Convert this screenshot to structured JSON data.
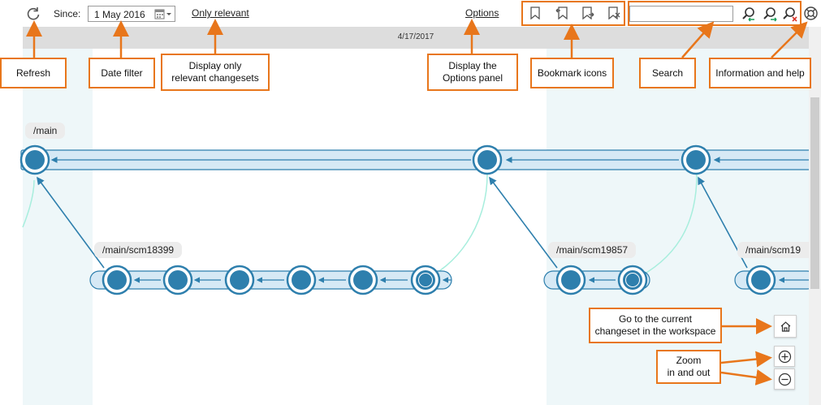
{
  "toolbar": {
    "refresh_icon": "refresh-icon",
    "since_label": "Since:",
    "date_value": "1 May 2016",
    "only_relevant": "Only relevant",
    "options": "Options",
    "bookmark_icons": [
      "bookmark-icon",
      "bookmark-previous-icon",
      "bookmark-next-icon",
      "bookmark-clear-icon"
    ],
    "search_value": "",
    "search_icons": [
      "search-previous-icon",
      "search-next-icon",
      "search-clear-icon"
    ],
    "help_icon": "help-lifebuoy-icon"
  },
  "date_band": "4/17/2017",
  "branches": {
    "main": "/main",
    "b1": "/main/scm18399",
    "b2": "/main/scm19857",
    "b3": "/main/scm19"
  },
  "callouts": {
    "refresh": "Refresh",
    "date_filter": "Date filter",
    "only_relevant_1": "Display only",
    "only_relevant_2": "relevant changesets",
    "options_1": "Display the",
    "options_2": "Options panel",
    "bookmarks": "Bookmark icons",
    "search": "Search",
    "help": "Information and help",
    "home_1": "Go to the current",
    "home_2": "changeset in the workspace",
    "zoom_1": "Zoom",
    "zoom_2": "in and out"
  },
  "controls": {
    "home_icon": "home-icon",
    "zoom_in_icon": "zoom-in-icon",
    "zoom_out_icon": "zoom-out-icon"
  },
  "colors": {
    "accent": "#e8761b",
    "node": "#2e7fad",
    "pipe": "#d6e9f5",
    "merge_line": "#a7eedd"
  }
}
